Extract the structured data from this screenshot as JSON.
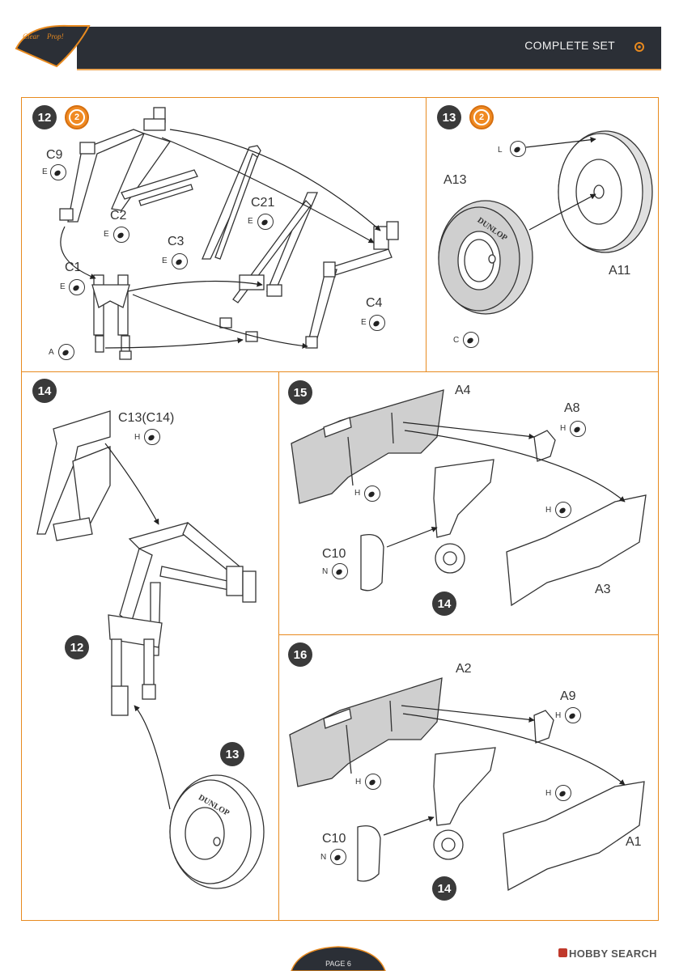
{
  "header": {
    "logo_top": "Clear",
    "logo_bottom": "Prop!",
    "title": "COMPLETE SET",
    "bar_color": "#2b2f36",
    "accent_color": "#e88a1f"
  },
  "steps": {
    "s12": {
      "number": "12",
      "badge": "2",
      "labels": {
        "c9": "C9",
        "c2": "C2",
        "c3": "C3",
        "c1": "C1",
        "c21": "C21",
        "c4": "C4"
      },
      "glue": {
        "e1": "E",
        "e2": "E",
        "e3": "E",
        "e4": "E",
        "e5": "E",
        "e6": "E",
        "a": "A"
      }
    },
    "s13": {
      "number": "13",
      "badge": "2",
      "labels": {
        "a13": "A13",
        "a11": "A11",
        "tire_text": "DUNLOP"
      },
      "glue": {
        "l": "L",
        "c": "C"
      }
    },
    "s14": {
      "number": "14",
      "labels": {
        "c13": "C13(C14)",
        "ref12": "12",
        "ref13": "13",
        "tire_text": "DUNLOP"
      },
      "glue": {
        "h": "H"
      }
    },
    "s15": {
      "number": "15",
      "labels": {
        "a4": "A4",
        "a8": "A8",
        "c10": "C10",
        "a3": "A3",
        "ref14": "14"
      },
      "glue": {
        "h1": "H",
        "h2": "H",
        "h3": "H",
        "n": "N"
      }
    },
    "s16": {
      "number": "16",
      "labels": {
        "a2": "A2",
        "a9": "A9",
        "c10": "C10",
        "a1": "A1",
        "ref14": "14"
      },
      "glue": {
        "h1": "H",
        "h2": "H",
        "h3": "H",
        "n": "N"
      }
    }
  },
  "footer": {
    "page": "PAGE 6"
  },
  "watermark": {
    "text": "HOBBY SEARCH"
  }
}
